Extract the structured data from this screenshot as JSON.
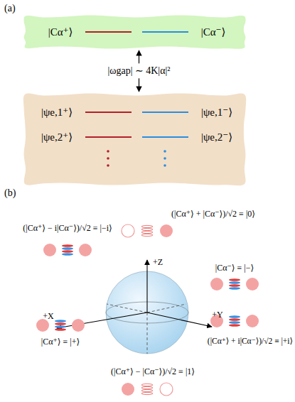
{
  "diagram": {
    "nodes": [
      {
        "text": [
          "|Cα⁺⟩",
          "|Cα⁻⟩"
        ]
      },
      {
        "text": [
          "|ψe,1⁺⟩",
          "|ψe,1⁻⟩",
          "|ψe,2⁺⟩",
          "|ψe,2⁻⟩"
        ]
      }
    ],
    "edges": [
      {
        "from": 0,
        "to": 1,
        "arrow": "both",
        "label": "|ωgap| ∼ 4K|α|²"
      }
    ],
    "labels": [
      "(a)",
      "(b)",
      "(|Cα⁺⟩ + |Cα⁻⟩)/√2 ≡ |0⟩",
      "(|Cα⁺⟩ − i|Cα⁻⟩)/√2 ≡ |−i⟩",
      "+Z",
      "|Cα⁻⟩ ≡ |−⟩",
      "+X",
      "+Y",
      "|Cα⁺⟩ ≡ |+⟩",
      "(|Cα⁺⟩ + i|Cα⁻⟩)/√2 ≡ |+i⟩",
      "(|Cα⁺⟩ − |Cα⁻⟩)/√2 ≡ |1⟩"
    ]
  }
}
